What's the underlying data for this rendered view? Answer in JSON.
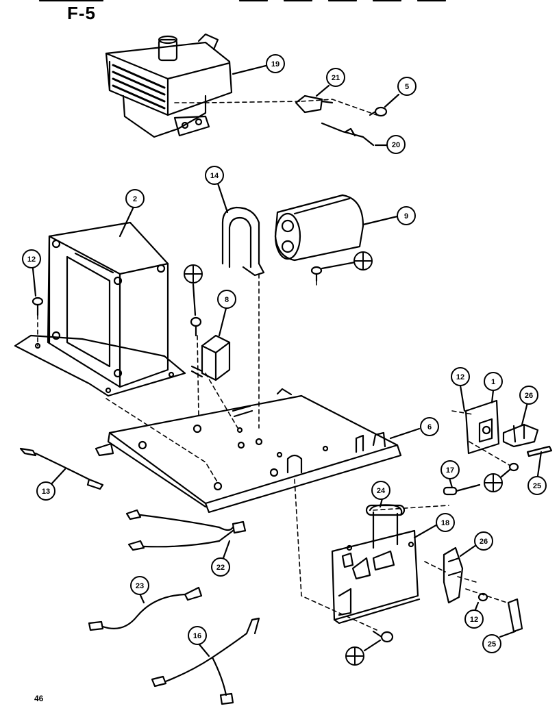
{
  "figure": {
    "id": "F-5",
    "page_number": "46"
  },
  "callouts": {
    "c19": "19",
    "c21": "21",
    "c5": "5",
    "c20": "20",
    "c14": "14",
    "c2": "2",
    "c9": "9",
    "c12a": "12",
    "c8": "8",
    "c6": "6",
    "c13": "13",
    "c12b": "12",
    "c1": "1",
    "c26": "26",
    "c25a": "25",
    "c17": "17",
    "c24": "24",
    "c18": "18",
    "c22": "22",
    "c23": "23",
    "c16": "16",
    "c26b": "26",
    "c12c": "12",
    "c25b": "25"
  }
}
